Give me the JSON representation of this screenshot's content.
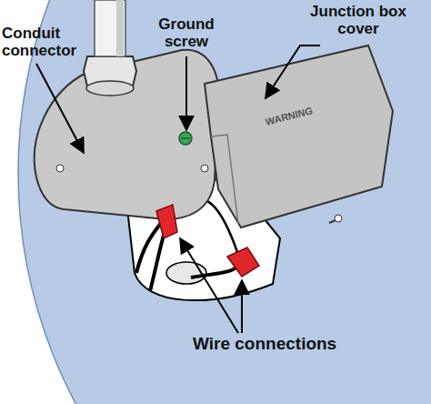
{
  "diagram": {
    "labels": [
      "Conduit connector",
      "Ground screw",
      "Junction box cover",
      "WARNING",
      "Wire connections"
    ]
  }
}
